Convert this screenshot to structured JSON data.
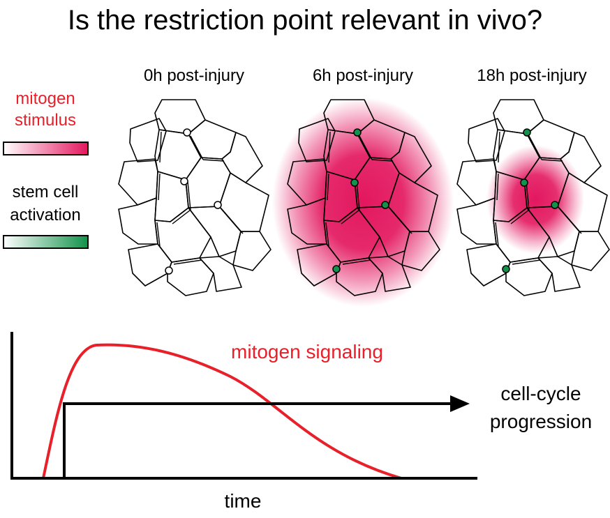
{
  "title": "Is the restriction point relevant in vivo?",
  "panels": [
    {
      "label": "0h post-injury",
      "dot_color": "#ffffff",
      "stimulus": "none"
    },
    {
      "label": "6h post-injury",
      "dot_color": "#12924a",
      "stimulus": "broad"
    },
    {
      "label": "18h post-injury",
      "dot_color": "#12924a",
      "stimulus": "focal"
    }
  ],
  "legend": {
    "mitogen": {
      "line1": "mitogen",
      "line2": "stimulus",
      "color": "#e3175f",
      "text_color": "#e8202a"
    },
    "activation": {
      "line1": "stem cell",
      "line2": "activation",
      "color": "#12924a"
    }
  },
  "plot": {
    "curve_label": "mitogen signaling",
    "curve_color": "#e8202a",
    "arrow_label_line1": "cell-cycle",
    "arrow_label_line2": "progression",
    "xlabel": "time"
  }
}
